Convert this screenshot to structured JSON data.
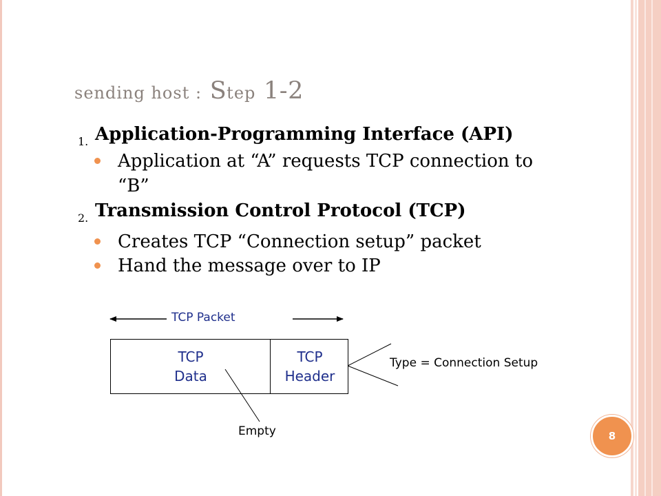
{
  "slide": {
    "title_lower": "sending host :",
    "title_cap_S": "S",
    "title_rest_small": "tep",
    "title_num": "1-2",
    "items": [
      {
        "number": "1.",
        "heading": "Application-Programming Interface (API)",
        "bullets": [
          {
            "line1": "Application  at “A” requests TCP connection to",
            "line2": "“B”"
          }
        ]
      },
      {
        "number": "2.",
        "heading": "Transmission Control Protocol (TCP)",
        "bullets": [
          {
            "line1": "Creates TCP “Connection setup” packet"
          },
          {
            "line1": "Hand the message over to IP"
          }
        ]
      }
    ]
  },
  "diagram": {
    "packet_label": "TCP Packet",
    "data_line1": "TCP",
    "data_line2": "Data",
    "header_line1": "TCP",
    "header_line2": "Header",
    "type_label": "Type = Connection Setup",
    "empty_label": "Empty"
  },
  "page_number": "8",
  "colors": {
    "accent": "#f0924f",
    "title": "#8a817c",
    "diagram_text": "#1f2f8c",
    "border": "#f5cfc3"
  }
}
